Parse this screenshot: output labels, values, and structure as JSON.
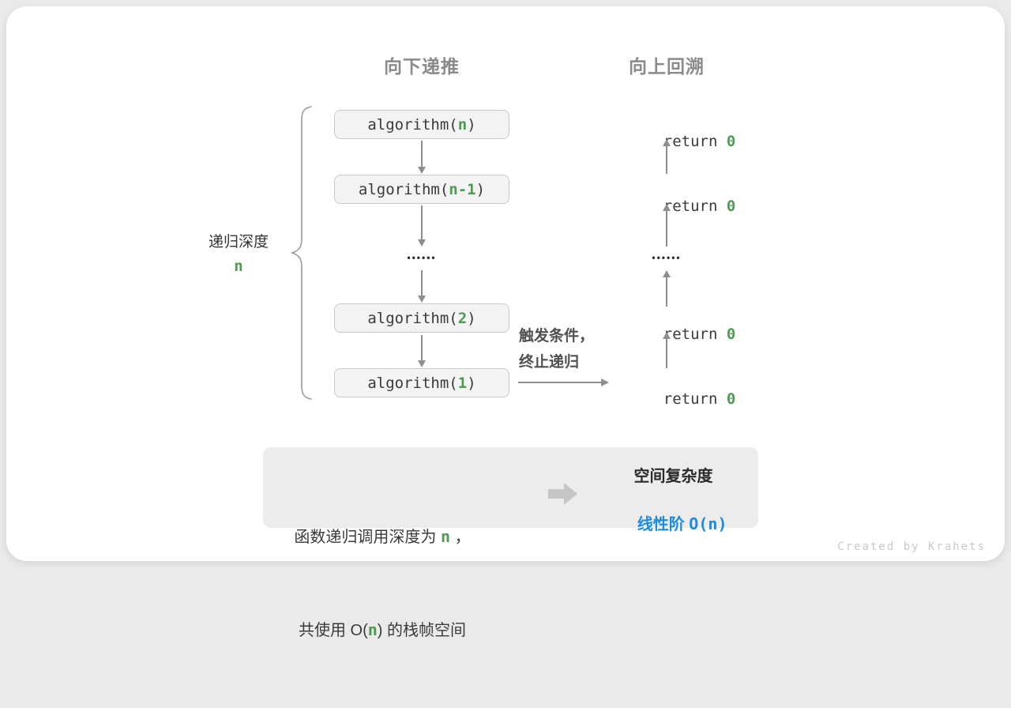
{
  "headers": {
    "downward": "向下递推",
    "upward": "向上回溯"
  },
  "depth": {
    "label": "递归深度",
    "value": "n"
  },
  "stack_boxes": [
    {
      "pre": "algorithm(",
      "arg": "n",
      "post": ")"
    },
    {
      "pre": "algorithm(",
      "arg": "n-1",
      "post": ")"
    },
    {
      "pre": "algorithm(",
      "arg": "2",
      "post": ")"
    },
    {
      "pre": "algorithm(",
      "arg": "1",
      "post": ")"
    }
  ],
  "ellipsis": "••••••",
  "return_rows": [
    {
      "pre": "return ",
      "val": "0"
    },
    {
      "pre": "return ",
      "val": "0"
    },
    {
      "pre": "return ",
      "val": "0"
    },
    {
      "pre": "return ",
      "val": "0"
    }
  ],
  "base_case": {
    "line1": "触发条件，",
    "line2": "终止递归"
  },
  "summary": {
    "desc_l1_pre": "函数递归调用深度为 ",
    "desc_l1_n": "n",
    "desc_l1_post": " ，",
    "desc_l2_pre": "共使用 O(",
    "desc_l2_n": "n",
    "desc_l2_post": ") 的栈帧空间",
    "title": "空间复杂度",
    "result_cjk": "线性阶 ",
    "result_o": "O(",
    "result_n": "n",
    "result_close": ")"
  },
  "credit": "Created by Krahets",
  "colors": {
    "green": "#4c9b50",
    "blue": "#1b8ce0",
    "arrow": "#8e8e8e"
  }
}
